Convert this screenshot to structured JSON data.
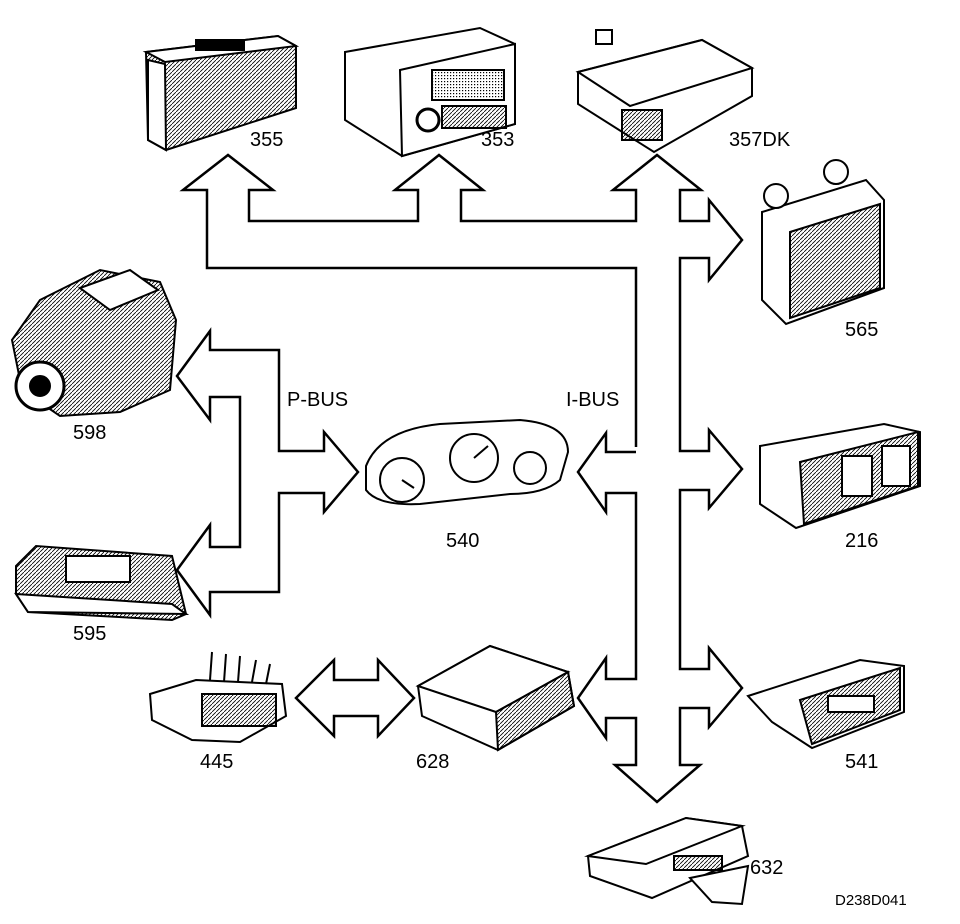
{
  "labels": {
    "bus_p": "P-BUS",
    "bus_i": "I-BUS",
    "ref": "D238D041"
  },
  "components": [
    {
      "id": "355",
      "icon": "cd-changer-icon"
    },
    {
      "id": "353",
      "icon": "radio-head-unit-icon"
    },
    {
      "id": "357DK",
      "icon": "control-module-icon"
    },
    {
      "id": "565",
      "icon": "bracket-module-icon"
    },
    {
      "id": "598",
      "icon": "injection-pump-icon"
    },
    {
      "id": "540",
      "icon": "instrument-cluster-icon"
    },
    {
      "id": "216",
      "icon": "climate-panel-icon"
    },
    {
      "id": "595",
      "icon": "engine-ecu-icon"
    },
    {
      "id": "445",
      "icon": "diagnostic-connector-icon"
    },
    {
      "id": "628",
      "icon": "gateway-module-icon"
    },
    {
      "id": "541",
      "icon": "display-unit-icon"
    },
    {
      "id": "632",
      "icon": "alarm-module-icon"
    }
  ]
}
